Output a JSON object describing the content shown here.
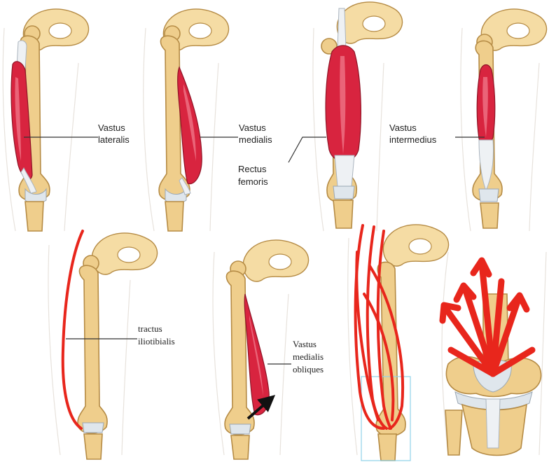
{
  "labels": {
    "vastus_lateralis": [
      "Vastus",
      "lateralis"
    ],
    "vastus_medialis": [
      "Vastus",
      "medialis"
    ],
    "rectus_femoris": [
      "Rectus",
      "femoris"
    ],
    "vastus_intermedius": [
      "Vastus",
      "intermedius"
    ],
    "tractus_iliotibialis": [
      "tractus",
      "iliotibialis"
    ],
    "vastus_medialis_obliques": [
      "Vastus",
      "medialis",
      "obliques"
    ]
  },
  "colors": {
    "muscle": "#d8243f",
    "bone": "#efce8c",
    "force_line": "#e8261c",
    "box": "#8fd3e8"
  }
}
